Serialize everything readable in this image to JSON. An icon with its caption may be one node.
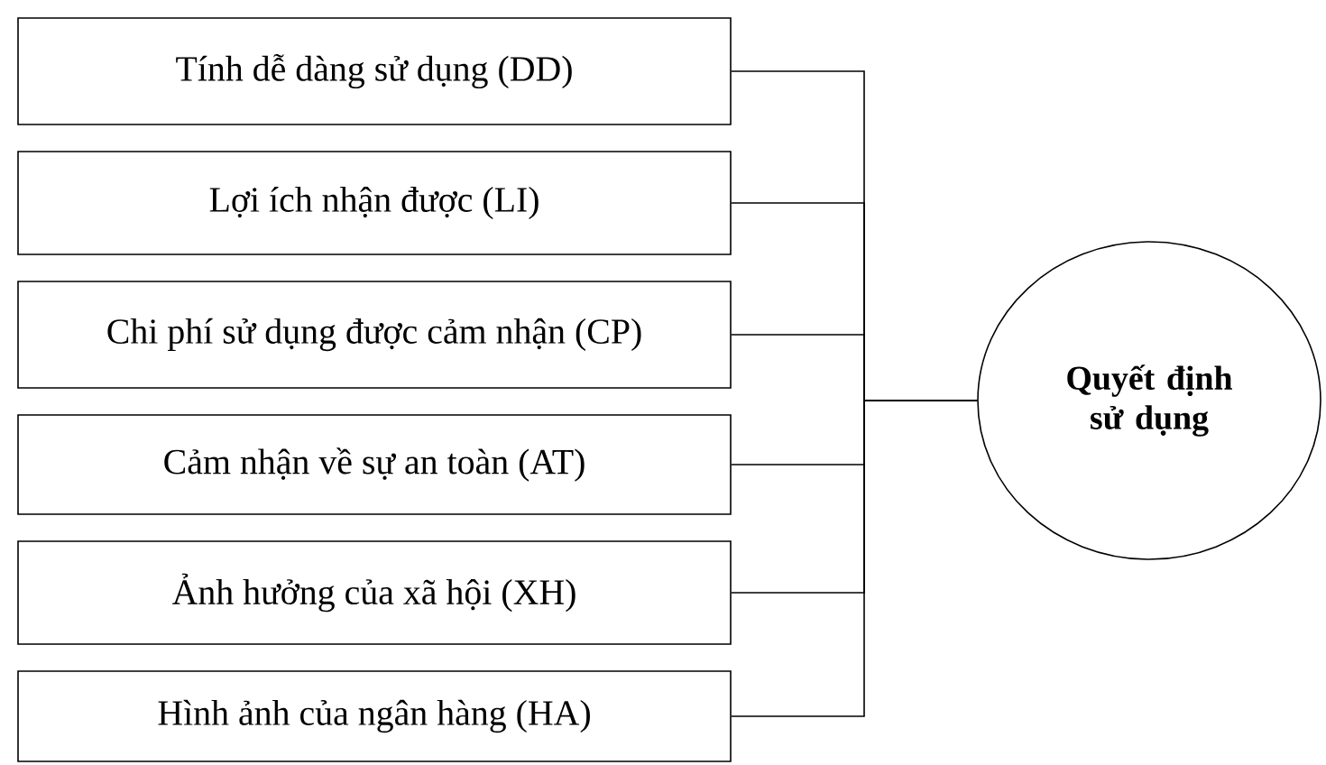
{
  "diagram": {
    "nodes": [
      {
        "text": [
          "Tính dễ dàng sử dụng (DD)"
        ]
      },
      {
        "text": [
          "Lợi ích nhận được (LI)"
        ]
      },
      {
        "text": [
          "Chi phí sử dụng được cảm nhận (CP)"
        ]
      },
      {
        "text": [
          "Cảm nhận về sự an toàn (AT)"
        ]
      },
      {
        "text": [
          "Ảnh hưởng của xã hội (XH)"
        ]
      },
      {
        "text": [
          "Hình ảnh của ngân hàng (HA)"
        ]
      },
      {
        "text": [
          "Quyết định sử dụng"
        ]
      }
    ],
    "edges": [
      {
        "from": 0,
        "to": 6,
        "arrow": "none"
      },
      {
        "from": 1,
        "to": 6,
        "arrow": "none"
      },
      {
        "from": 2,
        "to": 6,
        "arrow": "none"
      },
      {
        "from": 3,
        "to": 6,
        "arrow": "none"
      },
      {
        "from": 4,
        "to": 6,
        "arrow": "none"
      },
      {
        "from": 5,
        "to": 6,
        "arrow": "none"
      }
    ]
  }
}
